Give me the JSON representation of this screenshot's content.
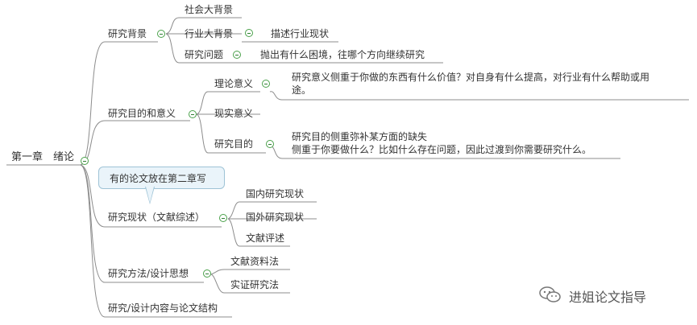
{
  "root": {
    "label": "第一章　绪论"
  },
  "branches": [
    {
      "id": "bg",
      "label": "研究背景",
      "children": [
        {
          "label": "社会大背景"
        },
        {
          "label": "行业大背景",
          "note": "描述行业现状"
        },
        {
          "label": "研究问题",
          "note": "抛出有什么困境，往哪个方向继续研究"
        }
      ]
    },
    {
      "id": "purpose",
      "label": "研究目的和意义",
      "children": [
        {
          "label": "理论意义",
          "note_lines": [
            "研究意义侧重于你做的东西有什么价值？对自身有什么提高，对行业有什么帮助或用",
            "途。"
          ]
        },
        {
          "label": "现实意义"
        },
        {
          "label": "研究目的",
          "note_lines": [
            "研究目的侧重弥补某方面的缺失",
            "侧重于你要做什么？比如什么存在问题，因此过渡到你需要研究什么。"
          ]
        }
      ]
    },
    {
      "id": "status",
      "label": "研究现状（文献综述）",
      "callout": "有的论文放在第二章写",
      "children": [
        {
          "label": "国内研究现状"
        },
        {
          "label": "国外研究现状"
        },
        {
          "label": "文献评述"
        }
      ]
    },
    {
      "id": "method",
      "label": "研究方法/设计思想",
      "children": [
        {
          "label": "文献资料法"
        },
        {
          "label": "实证研究法"
        }
      ]
    },
    {
      "id": "content",
      "label": "研究/设计内容与论文结构"
    }
  ],
  "watermark": {
    "text": "进姐论文指导",
    "icon": "wechat-icon"
  },
  "colors": {
    "line": "#7f7f7f",
    "toggle": "#4aa14a",
    "callout_bg": "#eaf4fa",
    "callout_border": "#9ec3d6"
  }
}
